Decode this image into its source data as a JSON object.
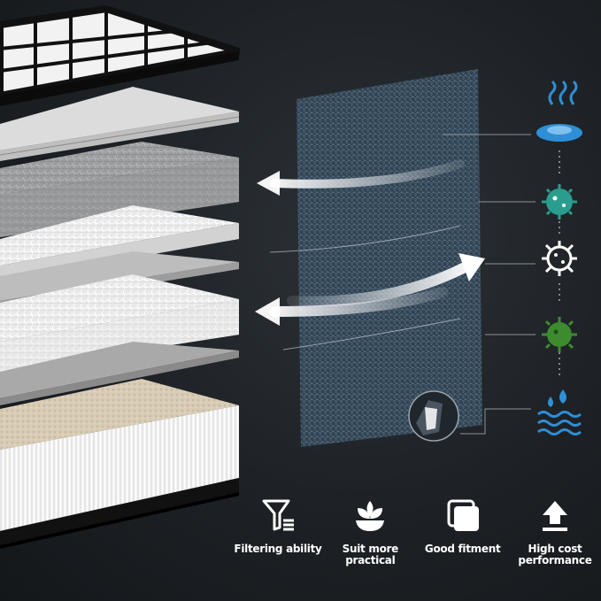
{
  "features": [
    {
      "icon": "funnel-filter-icon",
      "label": "Filtering ability"
    },
    {
      "icon": "flower-icon",
      "label": "Suit more practical"
    },
    {
      "icon": "square-frame-icon",
      "label": "Good fitment"
    },
    {
      "icon": "upload-arrow-icon",
      "label": "High cost\nperformance"
    }
  ],
  "pollutants": [
    {
      "icon": "odor-smoke-icon"
    },
    {
      "icon": "bacteria-icon"
    },
    {
      "icon": "virus-icon"
    },
    {
      "icon": "germ-icon"
    },
    {
      "icon": "water-moisture-icon"
    }
  ],
  "colors": {
    "background": "#1d2125",
    "accent_blue": "#2e8fd6",
    "teal": "#2a9d8f",
    "green": "#3c8c2f",
    "white": "#ffffff"
  }
}
